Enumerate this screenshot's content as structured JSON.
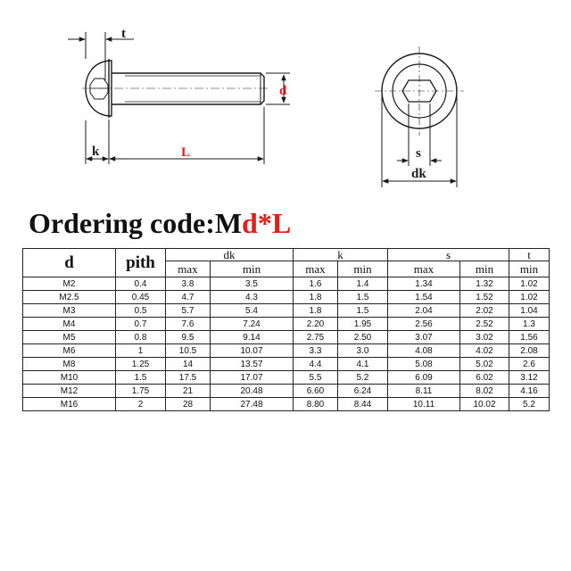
{
  "drawing": {
    "labels": {
      "t": "t",
      "d": "d",
      "k": "k",
      "L": "L",
      "s": "s",
      "dk": "dk"
    },
    "colors": {
      "red": "#e0201c",
      "line": "#1a1a1a"
    }
  },
  "title": {
    "prefix": "Ordering code:M",
    "d": "d",
    "star": "*",
    "L": "L"
  },
  "table": {
    "headers": {
      "d": "d",
      "pith": "pith",
      "dk": "dk",
      "k": "k",
      "s": "s",
      "t": "t",
      "max": "max",
      "min": "min"
    },
    "rows": [
      {
        "d": "M2",
        "pith": "0.4",
        "dk_max": "3.8",
        "dk_min": "3.5",
        "k_max": "1.6",
        "k_min": "1.4",
        "s_max": "1.34",
        "s_min": "1.32",
        "t_min": "1.02"
      },
      {
        "d": "M2.5",
        "pith": "0.45",
        "dk_max": "4.7",
        "dk_min": "4.3",
        "k_max": "1.8",
        "k_min": "1.5",
        "s_max": "1.54",
        "s_min": "1.52",
        "t_min": "1.02"
      },
      {
        "d": "M3",
        "pith": "0.5",
        "dk_max": "5.7",
        "dk_min": "5.4",
        "k_max": "1.8",
        "k_min": "1.5",
        "s_max": "2.04",
        "s_min": "2.02",
        "t_min": "1.04"
      },
      {
        "d": "M4",
        "pith": "0.7",
        "dk_max": "7.6",
        "dk_min": "7.24",
        "k_max": "2.20",
        "k_min": "1.95",
        "s_max": "2.56",
        "s_min": "2.52",
        "t_min": "1.3"
      },
      {
        "d": "M5",
        "pith": "0.8",
        "dk_max": "9.5",
        "dk_min": "9.14",
        "k_max": "2.75",
        "k_min": "2.50",
        "s_max": "3.07",
        "s_min": "3.02",
        "t_min": "1.56"
      },
      {
        "d": "M6",
        "pith": "1",
        "dk_max": "10.5",
        "dk_min": "10.07",
        "k_max": "3.3",
        "k_min": "3.0",
        "s_max": "4.08",
        "s_min": "4.02",
        "t_min": "2.08"
      },
      {
        "d": "M8",
        "pith": "1.25",
        "dk_max": "14",
        "dk_min": "13.57",
        "k_max": "4.4",
        "k_min": "4.1",
        "s_max": "5.08",
        "s_min": "5.02",
        "t_min": "2.6"
      },
      {
        "d": "M10",
        "pith": "1.5",
        "dk_max": "17.5",
        "dk_min": "17.07",
        "k_max": "5.5",
        "k_min": "5.2",
        "s_max": "6.09",
        "s_min": "6.02",
        "t_min": "3.12"
      },
      {
        "d": "M12",
        "pith": "1.75",
        "dk_max": "21",
        "dk_min": "20.48",
        "k_max": "6.60",
        "k_min": "6.24",
        "s_max": "8.11",
        "s_min": "8.02",
        "t_min": "4.16"
      },
      {
        "d": "M16",
        "pith": "2",
        "dk_max": "28",
        "dk_min": "27.48",
        "k_max": "8.80",
        "k_min": "8.44",
        "s_max": "10.11",
        "s_min": "10.02",
        "t_min": "5.2"
      }
    ]
  }
}
